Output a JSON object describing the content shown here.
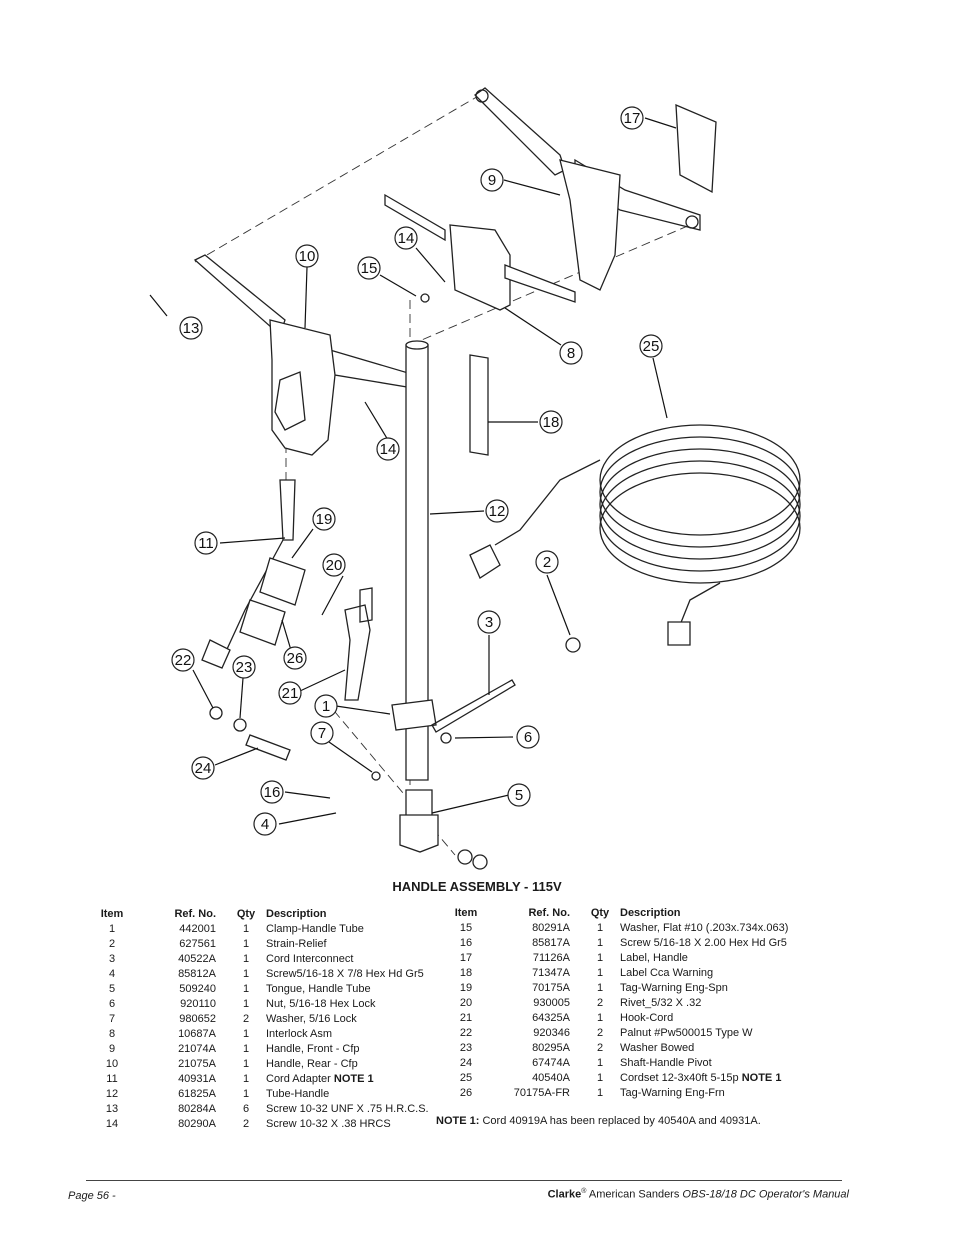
{
  "figure": {
    "title": "HANDLE ASSEMBLY - 115V",
    "callouts": [
      "1",
      "2",
      "3",
      "4",
      "5",
      "6",
      "7",
      "8",
      "9",
      "10",
      "11",
      "12",
      "13",
      "14",
      "14",
      "15",
      "16",
      "17",
      "18",
      "19",
      "20",
      "21",
      "22",
      "23",
      "24",
      "25",
      "26"
    ]
  },
  "table_headers": {
    "item": "Item",
    "ref": "Ref. No.",
    "qty": "Qty",
    "desc": "Description"
  },
  "parts_left": [
    {
      "item": "1",
      "ref": "442001",
      "qty": "1",
      "desc": "Clamp-Handle Tube",
      "note": ""
    },
    {
      "item": "2",
      "ref": "627561",
      "qty": "1",
      "desc": "Strain-Relief",
      "note": ""
    },
    {
      "item": "3",
      "ref": "40522A",
      "qty": "1",
      "desc": "Cord Interconnect",
      "note": ""
    },
    {
      "item": "4",
      "ref": "85812A",
      "qty": "1",
      "desc": "Screw5/16-18 X 7/8 Hex Hd Gr5",
      "note": ""
    },
    {
      "item": "5",
      "ref": "509240",
      "qty": "1",
      "desc": "Tongue, Handle Tube",
      "note": ""
    },
    {
      "item": "6",
      "ref": "920110",
      "qty": "1",
      "desc": "Nut, 5/16-18 Hex Lock",
      "note": ""
    },
    {
      "item": "7",
      "ref": "980652",
      "qty": "2",
      "desc": "Washer, 5/16 Lock",
      "note": ""
    },
    {
      "item": "8",
      "ref": "10687A",
      "qty": "1",
      "desc": "Interlock Asm",
      "note": ""
    },
    {
      "item": "9",
      "ref": "21074A",
      "qty": "1",
      "desc": "Handle, Front - Cfp",
      "note": ""
    },
    {
      "item": "10",
      "ref": "21075A",
      "qty": "1",
      "desc": "Handle, Rear - Cfp",
      "note": ""
    },
    {
      "item": "11",
      "ref": "40931A",
      "qty": "1",
      "desc": "Cord Adapter",
      "note": "NOTE 1"
    },
    {
      "item": "12",
      "ref": "61825A",
      "qty": "1",
      "desc": "Tube-Handle",
      "note": ""
    },
    {
      "item": "13",
      "ref": "80284A",
      "qty": "6",
      "desc": "Screw 10-32 UNF X .75 H.R.C.S.",
      "note": ""
    },
    {
      "item": "14",
      "ref": "80290A",
      "qty": "2",
      "desc": "Screw 10-32 X .38 HRCS",
      "note": ""
    }
  ],
  "parts_right": [
    {
      "item": "15",
      "ref": "80291A",
      "qty": "1",
      "desc": "Washer, Flat #10 (.203x.734x.063)",
      "note": ""
    },
    {
      "item": "16",
      "ref": "85817A",
      "qty": "1",
      "desc": "Screw 5/16-18 X 2.00 Hex Hd Gr5",
      "note": ""
    },
    {
      "item": "17",
      "ref": "71126A",
      "qty": "1",
      "desc": "Label, Handle",
      "note": ""
    },
    {
      "item": "18",
      "ref": "71347A",
      "qty": "1",
      "desc": "Label Cca Warning",
      "note": ""
    },
    {
      "item": "19",
      "ref": "70175A",
      "qty": "1",
      "desc": "Tag-Warning Eng-Spn",
      "note": ""
    },
    {
      "item": "20",
      "ref": "930005",
      "qty": "2",
      "desc": "Rivet_5/32 X .32",
      "note": ""
    },
    {
      "item": "21",
      "ref": "64325A",
      "qty": "1",
      "desc": "Hook-Cord",
      "note": ""
    },
    {
      "item": "22",
      "ref": "920346",
      "qty": "2",
      "desc": "Palnut #Pw500015 Type W",
      "note": ""
    },
    {
      "item": "23",
      "ref": "80295A",
      "qty": "2",
      "desc": "Washer Bowed",
      "note": ""
    },
    {
      "item": "24",
      "ref": "67474A",
      "qty": "1",
      "desc": "Shaft-Handle Pivot",
      "note": ""
    },
    {
      "item": "25",
      "ref": "40540A",
      "qty": "1",
      "desc": "Cordset 12-3x40ft 5-15p",
      "note": "NOTE 1"
    },
    {
      "item": "26",
      "ref": "70175A-FR",
      "qty": "1",
      "desc": "Tag-Warning Eng-Frn",
      "note": ""
    }
  ],
  "note1": {
    "label": "NOTE 1:",
    "text": "Cord 40919A has been replaced by 40540A and 40931A."
  },
  "footer": {
    "page": "Page  56 -",
    "brand": "Clarke",
    "reg": "®",
    "company": "American Sanders",
    "manual": "OBS-18/18 DC Operator's Manual"
  }
}
